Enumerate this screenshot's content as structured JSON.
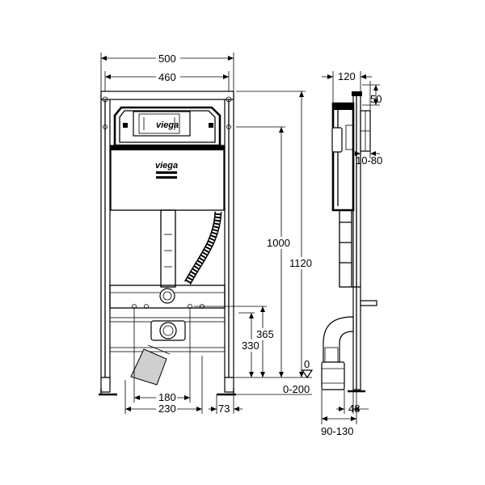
{
  "brand": {
    "logo_text": "viega",
    "logo_text_cistern": "viega"
  },
  "dimensions": {
    "width_outer": "500",
    "width_inner": "460",
    "height_total": "1120",
    "height_flush": "1000",
    "height_365": "365",
    "height_330": "330",
    "floor_zero": "0",
    "floor_range": "0-200",
    "offset_180": "180",
    "offset_230": "230",
    "offset_73": "73",
    "depth_120": "120",
    "depth_50": "50",
    "depth_10_80": "10-80",
    "depth_48": "48",
    "depth_90_130": "90-130"
  }
}
